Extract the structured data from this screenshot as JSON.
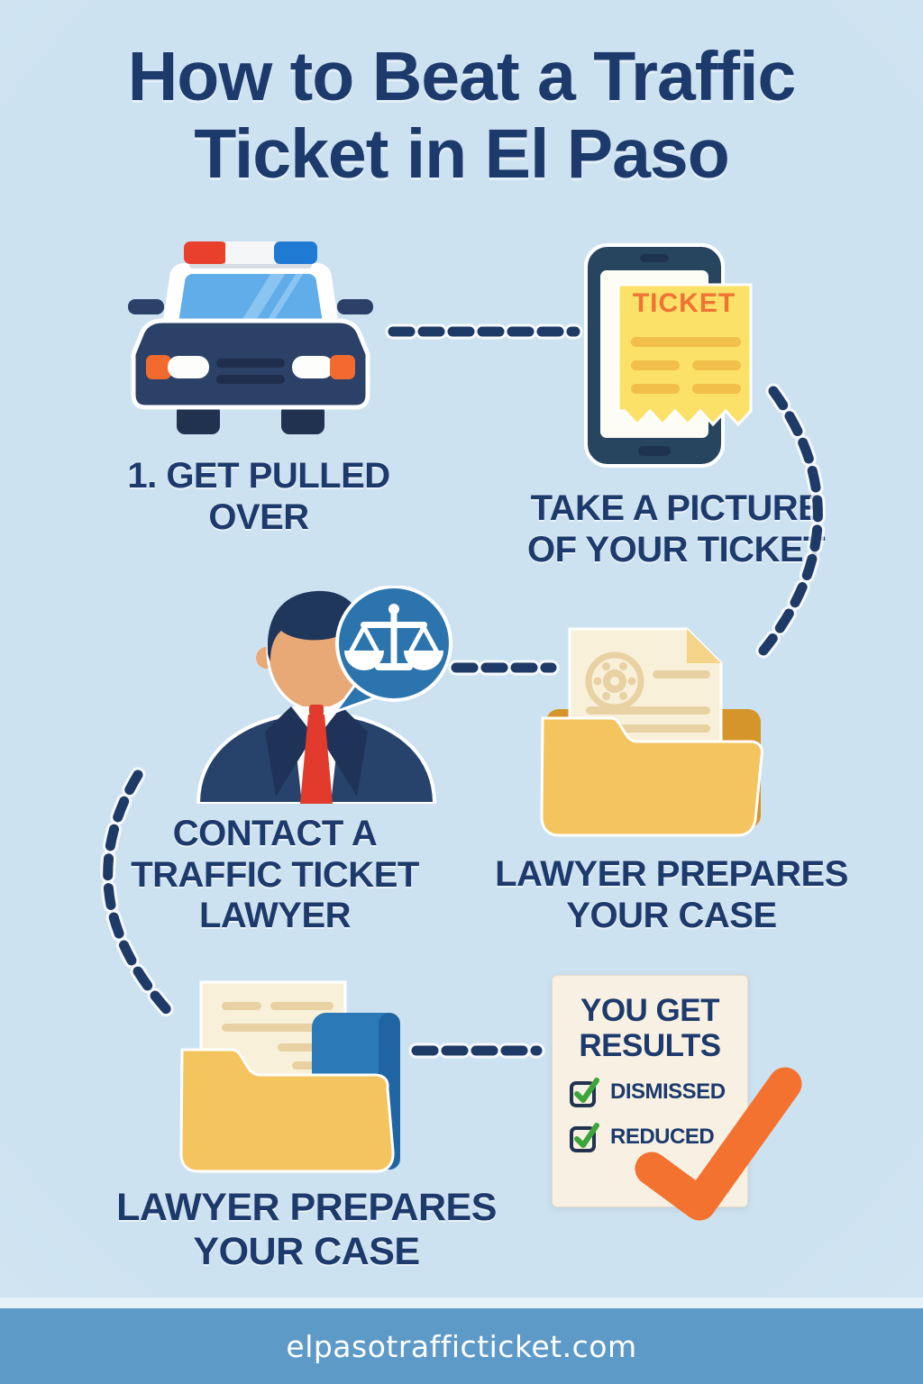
{
  "title": "How to Beat a Traffic Ticket in El Paso",
  "steps": {
    "pulled_over": {
      "label": "1. GET PULLED OVER"
    },
    "take_picture": {
      "label": "TAKE A PICTURE OF YOUR TICKET"
    },
    "contact_lawyer": {
      "label": "CONTACT A TRAFFIC TICKET LAWYER"
    },
    "prepare_case_1": {
      "label": "LAWYER PREPARES YOUR CASE"
    },
    "prepare_case_2": {
      "label": "LAWYER PREPARES YOUR CASE"
    },
    "results": {
      "title": "YOU GET RESULTS",
      "items": [
        "DISMISSED",
        "REDUCED"
      ]
    }
  },
  "phone_ticket": {
    "text": "TICKET"
  },
  "footer": {
    "website": "elpasotrafficticket.com"
  },
  "colors": {
    "background": "#cde2f0",
    "navy": "#1d3a6c",
    "orange": "#f4722f",
    "ticket_yellow": "#fce169",
    "folder_gold": "#f4c45e",
    "bubble_blue": "#2b74ad",
    "footer_blue": "#5e9ac7",
    "check_green": "#3da43c"
  }
}
